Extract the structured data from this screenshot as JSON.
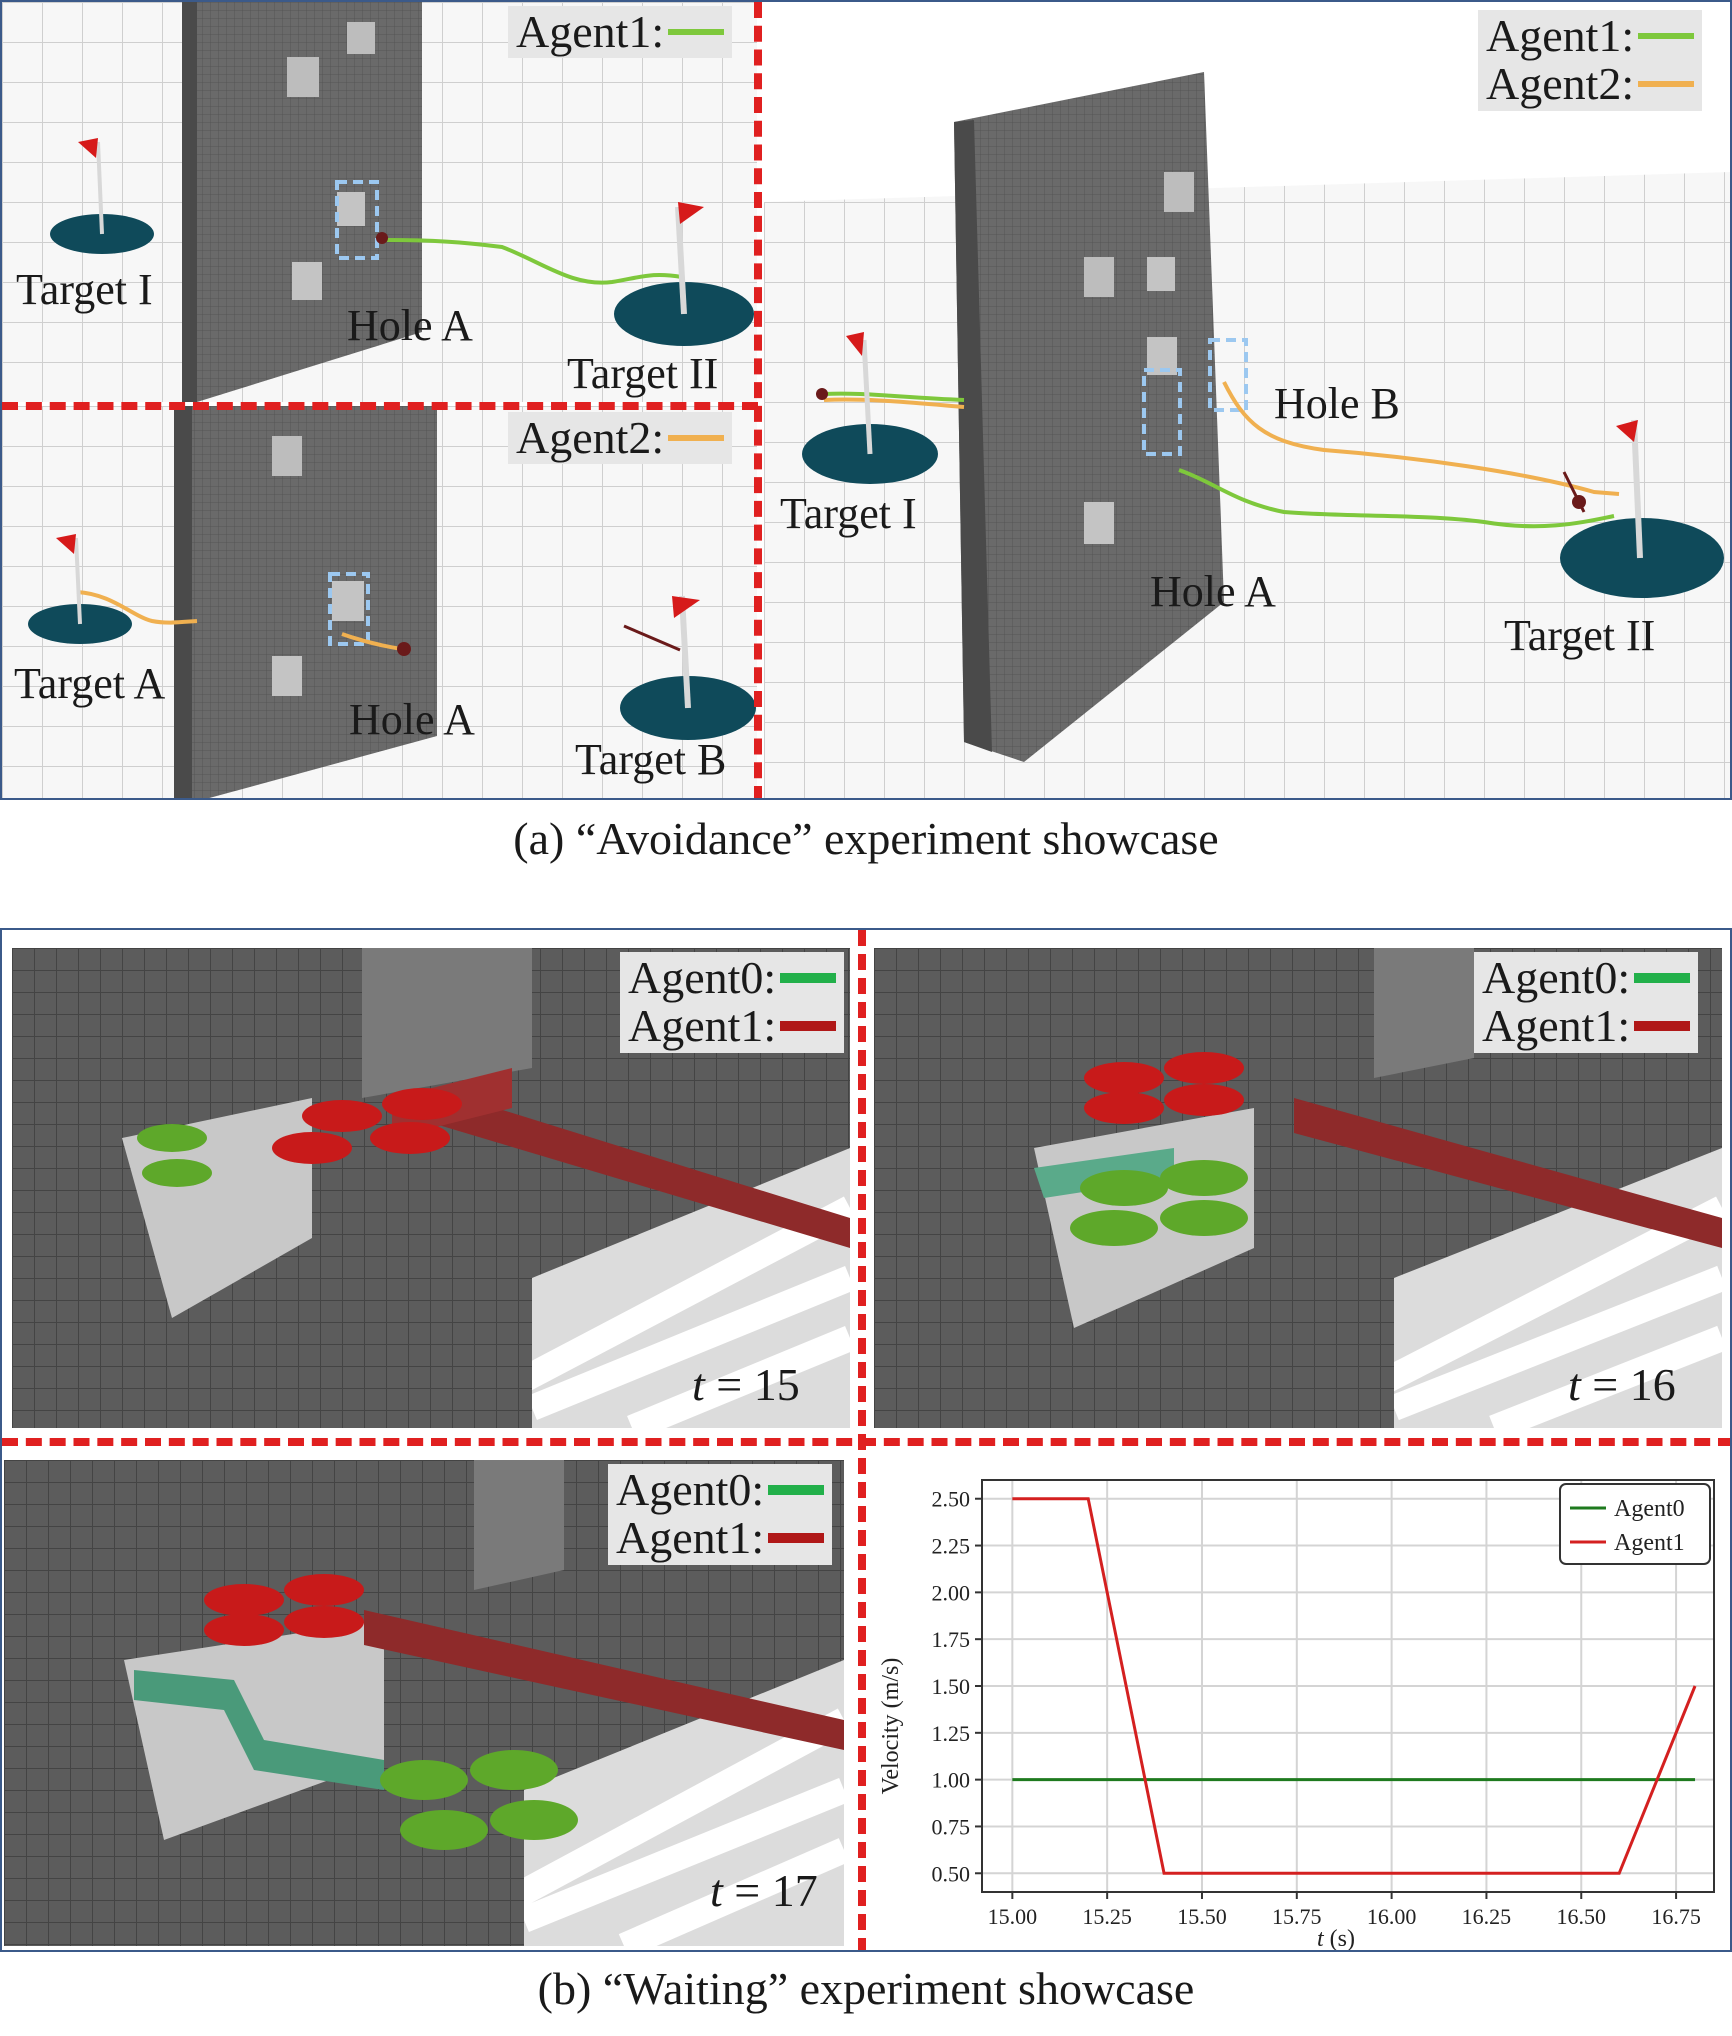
{
  "panel_a": {
    "caption": "(a) “Avoidance” experiment showcase",
    "sub_top": {
      "legend": [
        {
          "label": "Agent1:",
          "color": "#7ec83c"
        }
      ],
      "labels": {
        "target_1": "Target I",
        "hole_a": "Hole A",
        "target_2": "Target II"
      }
    },
    "sub_bottom": {
      "legend": [
        {
          "label": "Agent2:",
          "color": "#f0b050"
        }
      ],
      "labels": {
        "target_a": "Target A",
        "hole_a": "Hole A",
        "target_b": "Target B"
      }
    },
    "sub_right": {
      "legend": [
        {
          "label": "Agent1:",
          "color": "#7ec83c"
        },
        {
          "label": "Agent2:",
          "color": "#f0b050"
        }
      ],
      "labels": {
        "hole_b": "Hole B",
        "target_1": "Target I",
        "hole_a": "Hole A",
        "target_2": "Target II"
      }
    }
  },
  "panel_b": {
    "caption": "(b) “Waiting” experiment showcase",
    "legend": [
      {
        "label": "Agent0:",
        "color": "#22b04a"
      },
      {
        "label": "Agent1:",
        "color": "#b01818"
      }
    ],
    "frames": [
      {
        "t_var": "t",
        "t_text": " = 15"
      },
      {
        "t_var": "t",
        "t_text": " = 16"
      },
      {
        "t_var": "t",
        "t_text": " = 17"
      }
    ]
  },
  "chart_data": {
    "type": "line",
    "title": "",
    "xlabel_var": "t",
    "xlabel": " (s)",
    "ylabel": "Velocity (m/s)",
    "xlim": [
      14.92,
      16.85
    ],
    "ylim": [
      0.4,
      2.6
    ],
    "xticks": [
      "15.00",
      "15.25",
      "15.50",
      "15.75",
      "16.00",
      "16.25",
      "16.50",
      "16.75"
    ],
    "yticks": [
      "0.50",
      "0.75",
      "1.00",
      "1.25",
      "1.50",
      "1.75",
      "2.00",
      "2.25",
      "2.50"
    ],
    "grid": true,
    "legend_position": "top-right",
    "series": [
      {
        "name": "Agent0",
        "color": "#1e7a1e",
        "x": [
          15.0,
          16.8
        ],
        "y": [
          1.0,
          1.0
        ]
      },
      {
        "name": "Agent1",
        "color": "#d42020",
        "x": [
          15.0,
          15.2,
          15.4,
          16.6,
          16.8
        ],
        "y": [
          2.5,
          2.5,
          0.5,
          0.5,
          1.5
        ]
      }
    ]
  }
}
